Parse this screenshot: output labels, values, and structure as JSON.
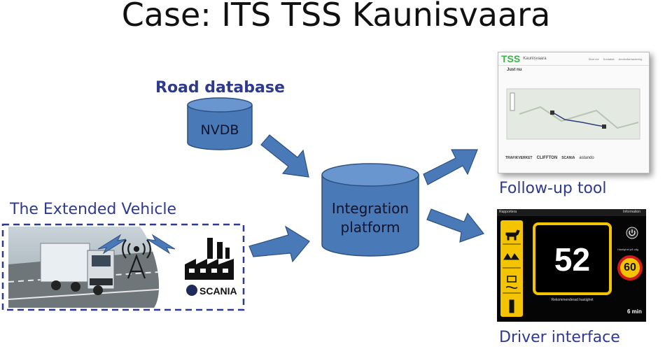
{
  "title": "Case: ITS TSS Kaunisvaara",
  "road_database": {
    "label": "Road database",
    "cylinder": "NVDB"
  },
  "integration": {
    "line1": "Integration",
    "line2": "platform"
  },
  "extended_vehicle": {
    "label": "The Extended Vehicle",
    "brand": "SCANIA"
  },
  "follow_up": {
    "label": "Follow-up tool",
    "logo": "TSS",
    "site_name": "Kaunisvaara",
    "nav": [
      "Start me",
      "Kontakta",
      "Användarhantering"
    ],
    "heading": "Just nu",
    "partners": [
      "TRAFIKVERKET",
      "CLIFFTON",
      "SCANIA",
      "astando"
    ]
  },
  "driver": {
    "label": "Driver interface",
    "header_left": "Rapportera",
    "header_right": "Information",
    "speed": "52",
    "speed_caption": "Rekommenderad hastighet",
    "limit": "60",
    "limit_caption": "Hastighet på väg",
    "eta": "6 min"
  },
  "colors": {
    "accent_blue": "#2e3a8f",
    "cylinder": "#4a79b8",
    "arrow": "#4a79b8",
    "display_yellow": "#f4c400"
  }
}
